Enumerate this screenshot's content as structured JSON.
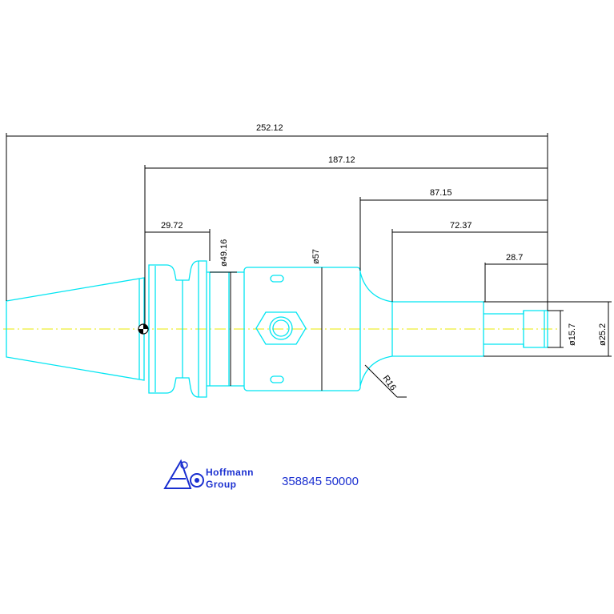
{
  "dimensions": {
    "overall_length": "252.12",
    "flange_to_nose": "187.12",
    "flange_width": "29.72",
    "body_to_nose": "87.15",
    "shank_to_nose": "72.37",
    "tip_length": "28.7",
    "flange_diameter": "ø49.16",
    "body_diameter": "ø57",
    "shank_diameter": "ø25.2",
    "tip_diameter": "ø15.7",
    "fillet_radius": "R16"
  },
  "logo": {
    "line1": "Hoffmann",
    "line2": "Group"
  },
  "part_number": "358845 50000",
  "colors": {
    "part_outline": "#00e5f2",
    "dimension_lines": "#000000",
    "centerline": "#e8e800",
    "brand": "#1a2fd0"
  }
}
